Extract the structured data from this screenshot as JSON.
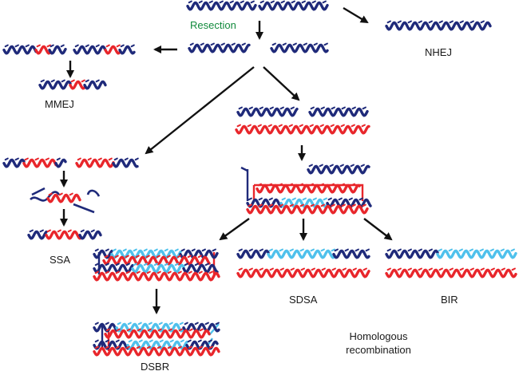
{
  "colors": {
    "navy": "#1f2a7a",
    "red": "#e8262b",
    "cyan": "#4fc1ec",
    "arrow": "#111111",
    "resection_text": "#118a3c"
  },
  "labels": {
    "resection": "Resection",
    "nhej": "NHEJ",
    "mmej": "MMEJ",
    "ssa": "SSA",
    "sdsa": "SDSA",
    "bir": "BIR",
    "dsbr": "DSBR",
    "homologous_line1": "Homologous",
    "homologous_line2": "recombination"
  }
}
